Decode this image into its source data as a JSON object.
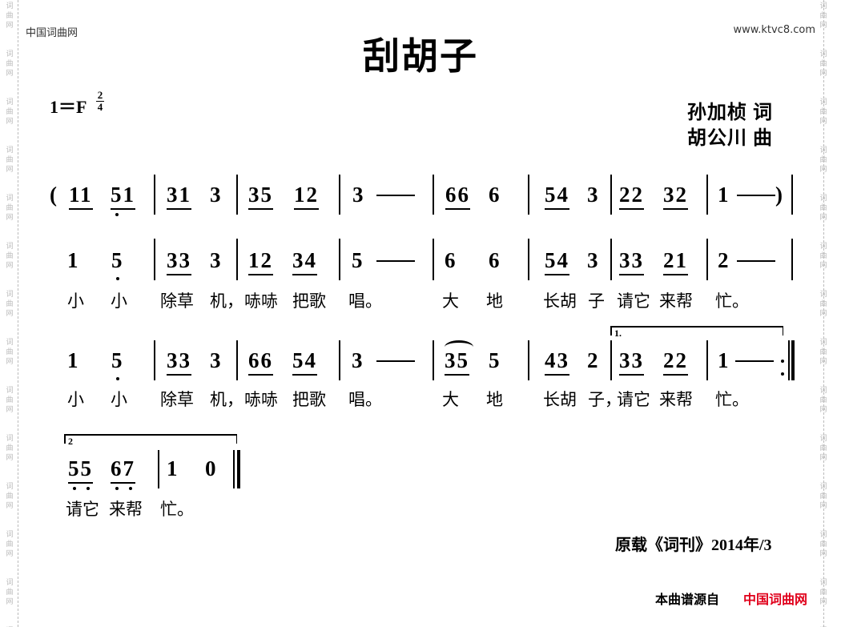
{
  "header": {
    "site_left": "中国词曲网",
    "site_right": "www.ktvc8.com",
    "title": "刮胡子",
    "key": "1＝F",
    "time_sig_top": "2",
    "time_sig_bottom": "4",
    "lyricist": "孙加桢 词",
    "composer": "胡公川 曲"
  },
  "watermark": "词曲网",
  "score": {
    "lines": [
      {
        "tokens": [
          {
            "t": "("
          },
          {
            "t": "11",
            "u": 1
          },
          {
            "t": "51",
            "u": 1,
            "d": [
              0
            ]
          },
          {
            "bar": 1
          },
          {
            "t": "31",
            "u": 1
          },
          {
            "t": "3"
          },
          {
            "bar": 1
          },
          {
            "t": "35",
            "u": 1
          },
          {
            "t": "12",
            "u": 1
          },
          {
            "bar": 1
          },
          {
            "t": "3"
          },
          {
            "dash": 1
          },
          {
            "bar": 1
          },
          {
            "t": "66",
            "u": 1
          },
          {
            "t": "6"
          },
          {
            "bar": 1
          },
          {
            "t": "54",
            "u": 1
          },
          {
            "t": "3"
          },
          {
            "bar": 1
          },
          {
            "t": "22",
            "u": 1
          },
          {
            "t": "32",
            "u": 1
          },
          {
            "bar": 1
          },
          {
            "t": "1"
          },
          {
            "dash": 1
          },
          {
            "t": ")"
          },
          {
            "bar": 1
          }
        ],
        "lyrics": []
      },
      {
        "tokens": [
          {
            "t": "1"
          },
          {
            "t": "5",
            "d": [
              0
            ]
          },
          {
            "bar": 1
          },
          {
            "t": "33",
            "u": 1
          },
          {
            "t": "3"
          },
          {
            "bar": 1
          },
          {
            "t": "12",
            "u": 1
          },
          {
            "t": "34",
            "u": 1
          },
          {
            "bar": 1
          },
          {
            "t": "5"
          },
          {
            "dash": 1
          },
          {
            "bar": 1
          },
          {
            "t": "6"
          },
          {
            "t": "6"
          },
          {
            "bar": 1
          },
          {
            "t": "54",
            "u": 1
          },
          {
            "t": "3"
          },
          {
            "bar": 1
          },
          {
            "t": "33",
            "u": 1
          },
          {
            "t": "21",
            "u": 1
          },
          {
            "bar": 1
          },
          {
            "t": "2"
          },
          {
            "dash": 1
          },
          {
            "bar": 1
          }
        ],
        "lyrics": [
          "小",
          "小",
          "除草",
          "机，",
          "哧哧",
          "把歌",
          "唱。",
          "大",
          "地",
          "长胡",
          "子",
          "请它",
          "来帮",
          "忙。"
        ]
      },
      {
        "tokens": [
          {
            "t": "1"
          },
          {
            "t": "5",
            "d": [
              0
            ]
          },
          {
            "bar": 1
          },
          {
            "t": "33",
            "u": 1
          },
          {
            "t": "3"
          },
          {
            "bar": 1
          },
          {
            "t": "66",
            "u": 1
          },
          {
            "t": "54",
            "u": 1
          },
          {
            "bar": 1
          },
          {
            "t": "3"
          },
          {
            "dash": 1
          },
          {
            "bar": 1
          },
          {
            "t": "35",
            "u": 1,
            "slur": 1
          },
          {
            "t": "5"
          },
          {
            "bar": 1
          },
          {
            "t": "43",
            "u": 1
          },
          {
            "t": "2"
          },
          {
            "bar": 1
          },
          {
            "t": "33",
            "u": 1
          },
          {
            "t": "22",
            "u": 1
          },
          {
            "bar": 1
          },
          {
            "t": "1"
          },
          {
            "dash": 1
          },
          {
            "repeat": 1
          }
        ],
        "lyrics": [
          "小",
          "小",
          "除草",
          "机，",
          "哧哧",
          "把歌",
          "唱。",
          "大",
          "地",
          "长胡",
          "子，",
          "请它",
          "来帮",
          "忙。"
        ],
        "volta": "1."
      },
      {
        "tokens": [
          {
            "t": "55",
            "u": 1,
            "d": [
              0,
              1
            ]
          },
          {
            "t": "67",
            "u": 1,
            "d": [
              0,
              1
            ]
          },
          {
            "bar": 1
          },
          {
            "t": "1"
          },
          {
            "t": "0"
          },
          {
            "final": 1
          }
        ],
        "lyrics": [
          "请它",
          "来帮",
          "忙。"
        ],
        "volta": "2"
      }
    ]
  },
  "footer": {
    "source": "原载《词刊》2014年/3",
    "from_label": "本曲谱源自",
    "from_site": "中国词曲网",
    "from_site_color": "#e0001b"
  }
}
